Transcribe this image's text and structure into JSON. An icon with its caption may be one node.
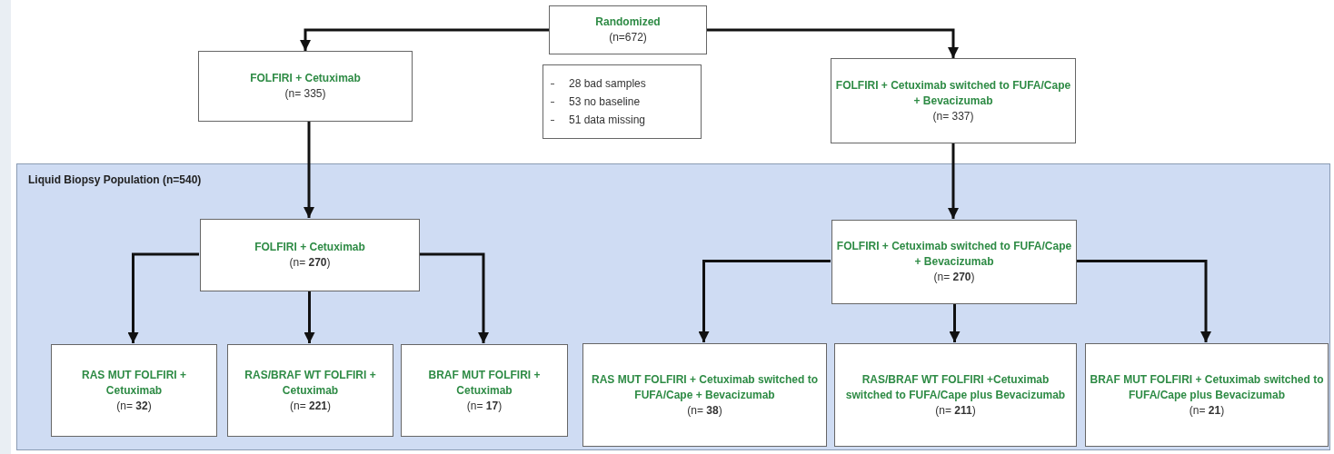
{
  "diagram": {
    "nodes": [
      {
        "text": [
          "Randomized",
          "(n=672)"
        ]
      },
      {
        "text": [
          "FOLFIRI + Cetuximab",
          "(n= 335)"
        ]
      },
      {
        "text": [
          "28 bad samples",
          "53 no baseline",
          "51 data missing"
        ]
      },
      {
        "text": [
          "FOLFIRI + Cetuximab switched to FUFA/Cape + Bevacizumab",
          "(n= 337)"
        ]
      },
      {
        "text": [
          "Liquid Biopsy Population (n=540)"
        ]
      },
      {
        "text": [
          "FOLFIRI + Cetuximab",
          "(n= **270**)"
        ],
        "in": 4
      },
      {
        "text": [
          "FOLFIRI + Cetuximab switched to FUFA/Cape + Bevacizumab",
          "(n= **270**)"
        ],
        "in": 4
      },
      {
        "text": [
          "RAS MUT FOLFIRI + Cetuximab",
          "(n= **32**)"
        ],
        "in": 4
      },
      {
        "text": [
          "RAS/BRAF WT FOLFIRI + Cetuximab",
          "(n= **221**)"
        ],
        "in": 4
      },
      {
        "text": [
          "BRAF MUT FOLFIRI + Cetuximab",
          "(n= **17**)"
        ],
        "in": 4
      },
      {
        "text": [
          "RAS MUT FOLFIRI + Cetuximab switched to FUFA/Cape + Bevacizumab",
          "(n= **38**)"
        ],
        "in": 4
      },
      {
        "text": [
          "RAS/BRAF WT FOLFIRI +Cetuximab switched to FUFA/Cape plus Bevacizumab",
          "(n= **211**)"
        ],
        "in": 4
      },
      {
        "text": [
          "BRAF MUT FOLFIRI + Cetuximab switched to FUFA/Cape plus Bevacizumab",
          "(n= **21**)"
        ],
        "in": 4
      }
    ],
    "edges": [
      {
        "from": 0,
        "to": 1,
        "arrow": "to"
      },
      {
        "from": 0,
        "to": 3,
        "arrow": "to"
      },
      {
        "from": 1,
        "to": 5,
        "arrow": "to"
      },
      {
        "from": 3,
        "to": 6,
        "arrow": "to"
      },
      {
        "from": 5,
        "to": 7,
        "arrow": "to"
      },
      {
        "from": 5,
        "to": 8,
        "arrow": "to"
      },
      {
        "from": 5,
        "to": 9,
        "arrow": "to"
      },
      {
        "from": 6,
        "to": 10,
        "arrow": "to"
      },
      {
        "from": 6,
        "to": 11,
        "arrow": "to"
      },
      {
        "from": 6,
        "to": 12,
        "arrow": "to"
      }
    ]
  }
}
